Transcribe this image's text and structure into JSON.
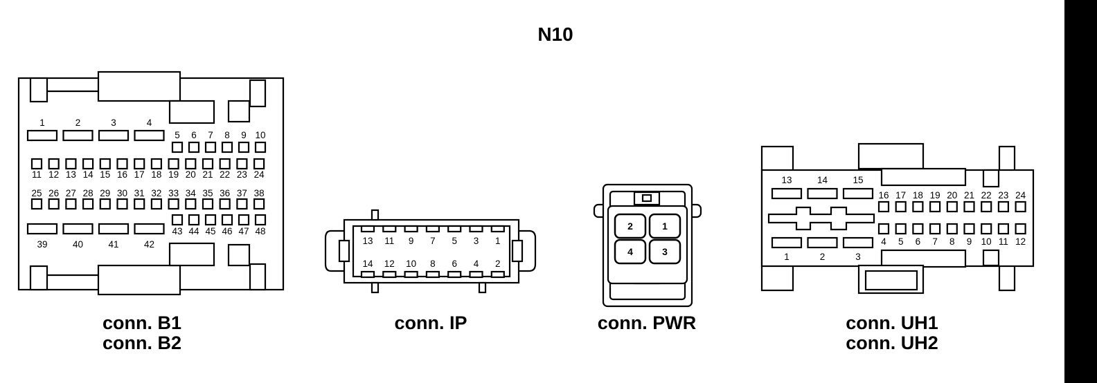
{
  "title": "N10",
  "connectors": {
    "b": {
      "caption1": "conn. B1",
      "caption2": "conn. B2"
    },
    "ip": {
      "caption": "conn. IP"
    },
    "pwr": {
      "caption": "conn. PWR"
    },
    "uh": {
      "caption1": "conn. UH1",
      "caption2": "conn. UH2"
    }
  },
  "pins": {
    "b_top_wide": [
      "1",
      "2",
      "3",
      "4"
    ],
    "b_row_a": [
      "5",
      "6",
      "7",
      "8",
      "9",
      "10"
    ],
    "b_row_b": [
      "11",
      "12",
      "13",
      "14",
      "15",
      "16",
      "17",
      "18",
      "19",
      "20",
      "21",
      "22",
      "23",
      "24"
    ],
    "b_row_c": [
      "25",
      "26",
      "27",
      "28",
      "29",
      "30",
      "31",
      "32",
      "33",
      "34",
      "35",
      "36",
      "37",
      "38"
    ],
    "b_row_d": [
      "43",
      "44",
      "45",
      "46",
      "47",
      "48"
    ],
    "b_bot_wide": [
      "39",
      "40",
      "41",
      "42"
    ],
    "ip_top": [
      "13",
      "11",
      "9",
      "7",
      "5",
      "3",
      "1"
    ],
    "ip_bot": [
      "14",
      "12",
      "10",
      "8",
      "6",
      "4",
      "2"
    ],
    "pwr": [
      "2",
      "1",
      "4",
      "3"
    ],
    "uh_top_wide": [
      "13",
      "14",
      "15"
    ],
    "uh_row_top": [
      "16",
      "17",
      "18",
      "19",
      "20",
      "21",
      "22",
      "23",
      "24"
    ],
    "uh_row_bot": [
      "4",
      "5",
      "6",
      "7",
      "8",
      "9",
      "10",
      "11",
      "12"
    ],
    "uh_bot_wide": [
      "1",
      "2",
      "3"
    ]
  }
}
